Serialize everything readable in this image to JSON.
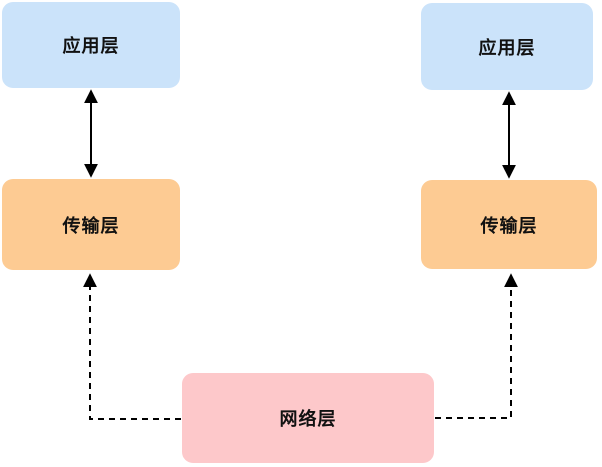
{
  "diagram": {
    "title": "protocol-layer-diagram",
    "background_color": "#ffffff",
    "colors": {
      "application_layer_fill": "#cbe3fa",
      "transport_layer_fill": "#fdcb93",
      "network_layer_fill": "#fdc8ca",
      "arrow_stroke": "#000000",
      "label_text": "#111111"
    },
    "nodes": {
      "app_left": {
        "label": "应用层"
      },
      "transport_left": {
        "label": "传输层"
      },
      "app_right": {
        "label": "应用层"
      },
      "transport_right": {
        "label": "传输层"
      },
      "network": {
        "label": "网络层"
      }
    },
    "edges": [
      {
        "from": "app_left",
        "to": "transport_left",
        "style": "solid",
        "heads": "both"
      },
      {
        "from": "app_right",
        "to": "transport_right",
        "style": "solid",
        "heads": "both"
      },
      {
        "from": "network",
        "to": "transport_left",
        "style": "dashed",
        "heads": "end"
      },
      {
        "from": "network",
        "to": "transport_right",
        "style": "dashed",
        "heads": "end"
      }
    ]
  }
}
